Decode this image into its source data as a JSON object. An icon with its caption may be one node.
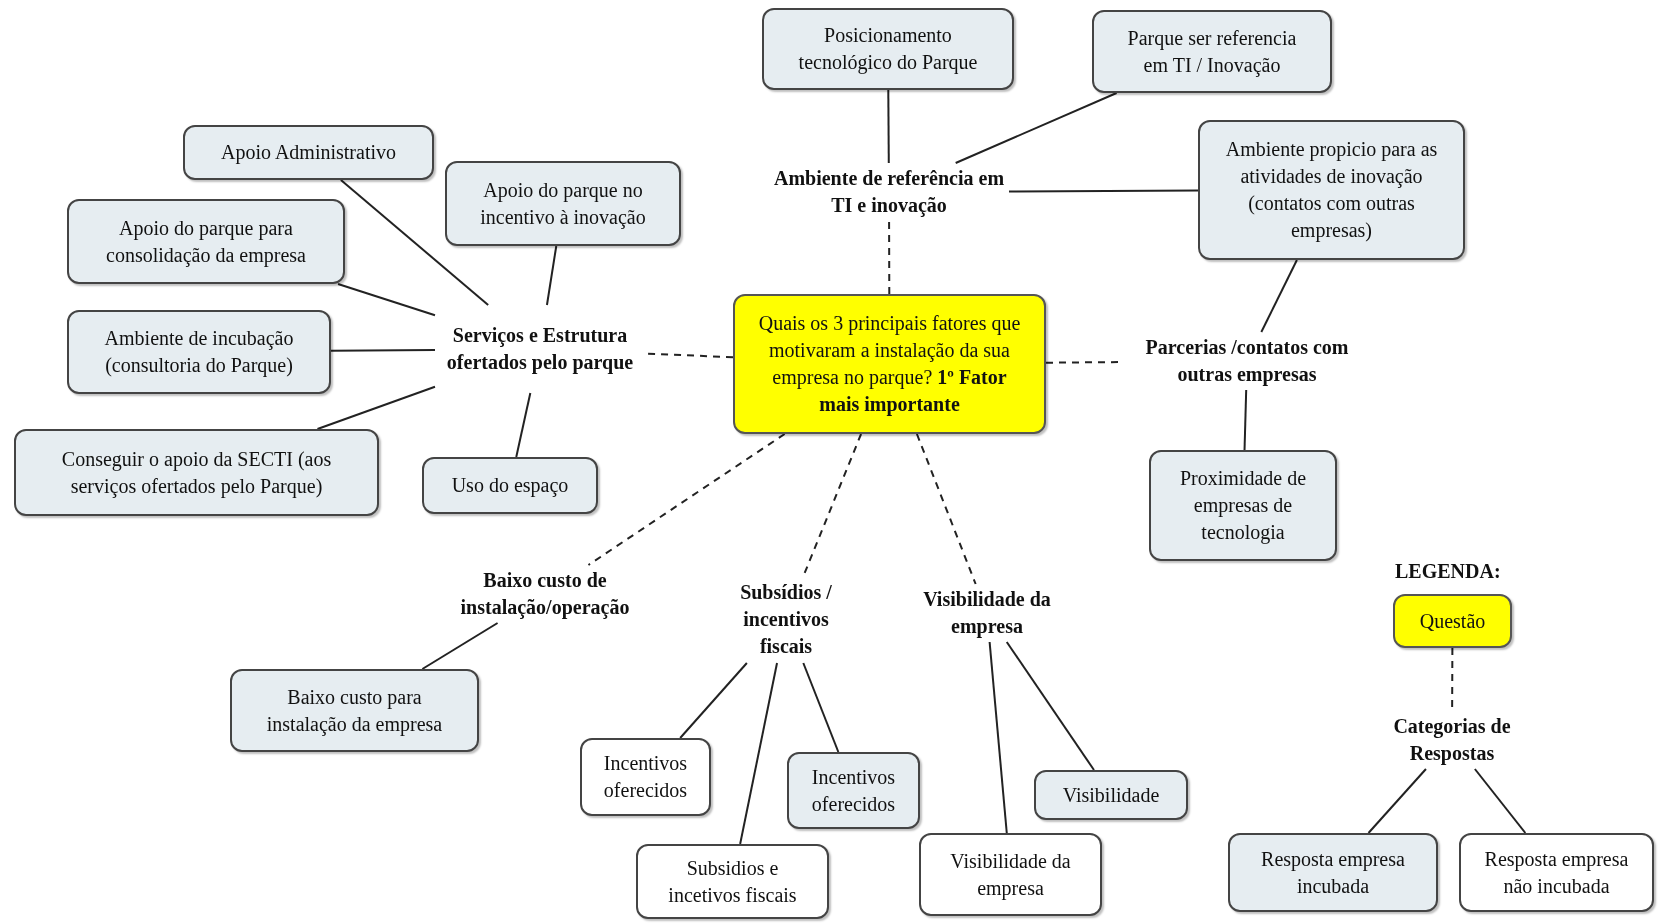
{
  "diagram": {
    "nodes": [
      {
        "text": [
          "Quais os 3 principais fatores que motivaram a instalação da sua empresa no parque? **1º Fator mais importante**"
        ]
      },
      {
        "text": [
          "Ambiente de referência em TI e inovação"
        ]
      },
      {
        "text": [
          "Posicionamento tecnológico do Parque"
        ]
      },
      {
        "text": [
          "Parque ser referencia em TI / Inovação"
        ]
      },
      {
        "text": [
          "Ambiente propicio para as atividades de inovação (contatos com outras empresas)"
        ]
      },
      {
        "text": [
          "Serviços e Estrutura ofertados pelo parque"
        ]
      },
      {
        "text": [
          "Apoio Administrativo"
        ]
      },
      {
        "text": [
          "Apoio do parque no incentivo à inovação"
        ]
      },
      {
        "text": [
          "Apoio do parque para consolidação da empresa"
        ]
      },
      {
        "text": [
          "Ambiente de incubação (consultoria do Parque)"
        ]
      },
      {
        "text": [
          "Conseguir o apoio da SECTI (aos serviços ofertados pelo Parque)"
        ]
      },
      {
        "text": [
          "Uso do espaço"
        ]
      },
      {
        "text": [
          "Parcerias /contatos com outras empresas"
        ]
      },
      {
        "text": [
          "Proximidade de empresas de tecnologia"
        ]
      },
      {
        "text": [
          "Baixo custo de instalação/operação"
        ]
      },
      {
        "text": [
          "Baixo custo para instalação da empresa"
        ]
      },
      {
        "text": [
          "Subsídios / incentivos fiscais"
        ]
      },
      {
        "text": [
          "Incentivos oferecidos"
        ]
      },
      {
        "text": [
          "Incentivos oferecidos"
        ]
      },
      {
        "text": [
          "Subsidios e incetivos fiscais"
        ]
      },
      {
        "text": [
          "Visibilidade da empresa"
        ]
      },
      {
        "text": [
          "Visibilidade"
        ]
      },
      {
        "text": [
          "Visibilidade da empresa"
        ]
      },
      {
        "text": [
          "Questão"
        ]
      },
      {
        "text": [
          "Categorias de Respostas"
        ]
      },
      {
        "text": [
          "Resposta empresa incubada"
        ]
      },
      {
        "text": [
          "Resposta empresa não incubada"
        ]
      }
    ],
    "edges": [
      {
        "from": 0,
        "to": 1,
        "arrow": "none",
        "style": "dashed"
      },
      {
        "from": 1,
        "to": 2,
        "arrow": "none"
      },
      {
        "from": 1,
        "to": 3,
        "arrow": "none"
      },
      {
        "from": 1,
        "to": 4,
        "arrow": "none"
      },
      {
        "from": 0,
        "to": 5,
        "arrow": "none",
        "style": "dashed"
      },
      {
        "from": 5,
        "to": 6,
        "arrow": "none"
      },
      {
        "from": 5,
        "to": 7,
        "arrow": "none"
      },
      {
        "from": 5,
        "to": 8,
        "arrow": "none"
      },
      {
        "from": 5,
        "to": 9,
        "arrow": "none"
      },
      {
        "from": 5,
        "to": 10,
        "arrow": "none"
      },
      {
        "from": 5,
        "to": 11,
        "arrow": "none"
      },
      {
        "from": 0,
        "to": 12,
        "arrow": "none",
        "style": "dashed"
      },
      {
        "from": 12,
        "to": 4,
        "arrow": "none"
      },
      {
        "from": 12,
        "to": 13,
        "arrow": "none"
      },
      {
        "from": 0,
        "to": 14,
        "arrow": "none",
        "style": "dashed"
      },
      {
        "from": 14,
        "to": 15,
        "arrow": "none"
      },
      {
        "from": 0,
        "to": 16,
        "arrow": "none",
        "style": "dashed"
      },
      {
        "from": 16,
        "to": 17,
        "arrow": "none"
      },
      {
        "from": 16,
        "to": 19,
        "arrow": "none"
      },
      {
        "from": 16,
        "to": 18,
        "arrow": "none"
      },
      {
        "from": 0,
        "to": 20,
        "arrow": "none",
        "style": "dashed"
      },
      {
        "from": 20,
        "to": 22,
        "arrow": "none"
      },
      {
        "from": 20,
        "to": 21,
        "arrow": "none"
      },
      {
        "from": 23,
        "to": 24,
        "arrow": "none",
        "style": "dashed"
      },
      {
        "from": 24,
        "to": 25,
        "arrow": "none"
      },
      {
        "from": 24,
        "to": 26,
        "arrow": "none"
      }
    ],
    "labels": [
      "LEGENDA:"
    ]
  }
}
